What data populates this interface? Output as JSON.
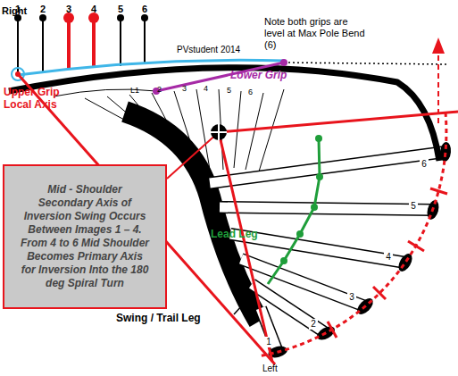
{
  "diagram": {
    "nodes": [
      {
        "text": [
          "Mid - Shoulder Secondary Axis of Inversion Swing Occurs Between Images 1 – 4. From 4 to 6 Mid Shoulder Becomes Primary Axis for Inversion Into the 180 deg Spiral Turn"
        ]
      }
    ],
    "labels": [
      "Right",
      "1",
      "2",
      "3",
      "4",
      "5",
      "6",
      "PVstudent 2014",
      "Note both grips are level at Max Pole Bend (6)",
      "Lower Grip",
      "Upper Grip Local Axis",
      "L1",
      "2",
      "3",
      "4",
      "5",
      "6",
      "6",
      "5",
      "4",
      "3",
      "Lead Leg",
      "Swing / Trail Leg",
      "2",
      "1",
      "Left"
    ]
  }
}
